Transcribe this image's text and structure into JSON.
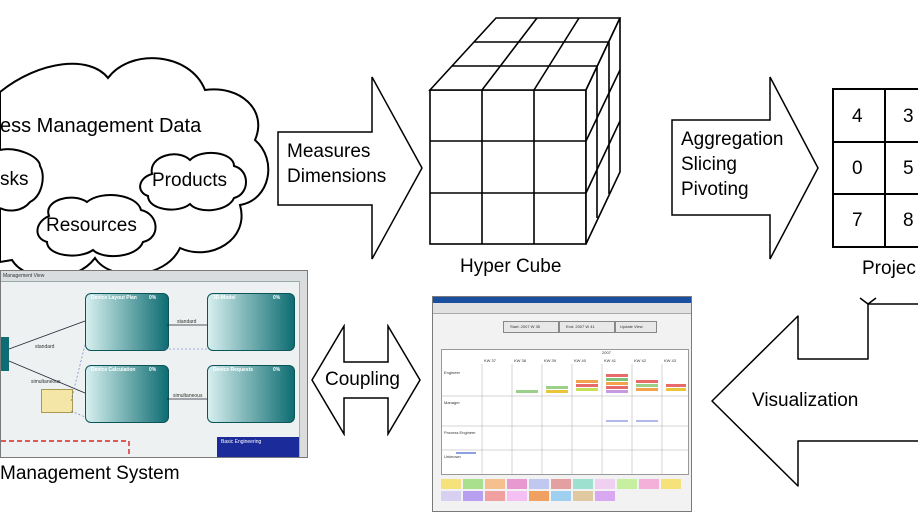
{
  "cloud": {
    "title": "ess Management Data",
    "items": [
      "sks",
      "Products",
      "Resources"
    ]
  },
  "arrows": {
    "measures": [
      "Measures",
      "Dimensions"
    ],
    "aggregation": [
      "Aggregation",
      "Slicing",
      "Pivoting"
    ],
    "coupling": "Coupling",
    "visualization": "Visualization"
  },
  "cube": {
    "caption": "Hyper Cube"
  },
  "projection": {
    "caption": "Projec",
    "values": [
      [
        "4",
        "3"
      ],
      [
        "0",
        "5"
      ],
      [
        "7",
        "8"
      ]
    ]
  },
  "system": {
    "caption": "Management System"
  },
  "management_screenshot": {
    "tab_text": "Management View",
    "tasks": [
      {
        "title": "Device Layout Plan",
        "pct": "0%"
      },
      {
        "title": "3D-Model",
        "pct": "0%"
      },
      {
        "title": "Device Calculation",
        "pct": "0%"
      },
      {
        "title": "Device Requests",
        "pct": "0%"
      }
    ],
    "link_labels": [
      "standard",
      "standard",
      "simultaneous",
      "simultaneous"
    ],
    "footer": "Basic Engineering"
  },
  "viz_screenshot": {
    "buttons": [
      "Start: 2007 W 35",
      "End: 2007 W 41",
      "Update View"
    ],
    "week_labels": [
      "KW 37",
      "KW 38",
      "KW 39",
      "KW 40",
      "KW 41",
      "KW 42",
      "KW 43"
    ],
    "year": "2007",
    "rows": [
      "Engineer",
      "Manager",
      "Process Engineer",
      "Unknown"
    ]
  },
  "colors": {
    "teal_dark": "#0e6d72",
    "teal_light": "#c5e6e6",
    "dashed_red": "#d40000"
  }
}
